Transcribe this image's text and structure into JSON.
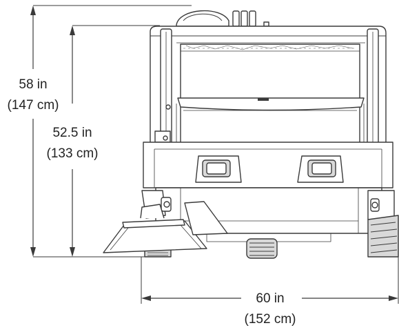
{
  "dimensions": {
    "overall_height": {
      "imperial": "58 in",
      "metric": "(147 cm)"
    },
    "body_height": {
      "imperial": "52.5 in",
      "metric": "(133 cm)"
    },
    "width": {
      "imperial": "60 in",
      "metric": "(152 cm)"
    }
  },
  "colors": {
    "line": "#3a3a3a",
    "text": "#222222",
    "fill": "#ffffff",
    "shade": "#d9d9d9"
  }
}
